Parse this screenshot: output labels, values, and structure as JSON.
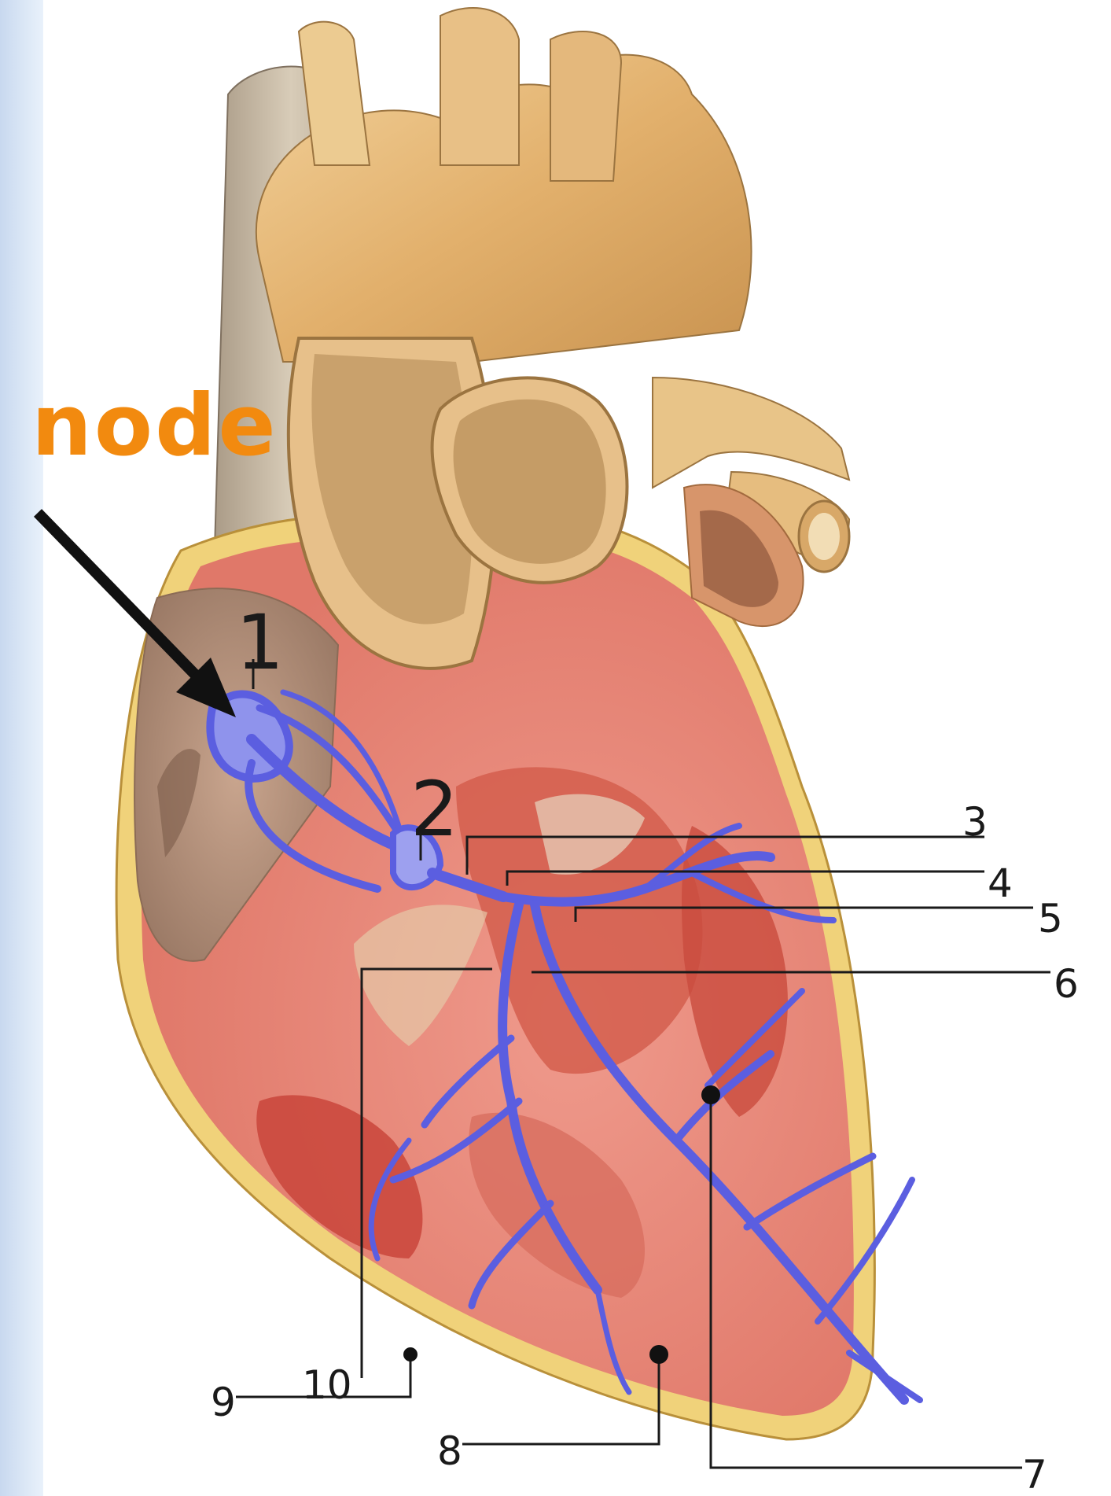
{
  "heading": {
    "text": "node",
    "color": "#f28a0f"
  },
  "labels": {
    "l1": "1",
    "l2": "2",
    "l3": "3",
    "l4": "4",
    "l5": "5",
    "l6": "6",
    "l7": "7",
    "l8": "8",
    "l9": "9",
    "l10": "10"
  },
  "colors": {
    "conduction_system": "#5b5ee0",
    "vessels": "#e3b572",
    "myocardium": "#e9887a",
    "muscle_dark": "#c9453b",
    "side_strip": "#d6e4f5"
  },
  "icons": {
    "pointer": "arrow-icon"
  }
}
